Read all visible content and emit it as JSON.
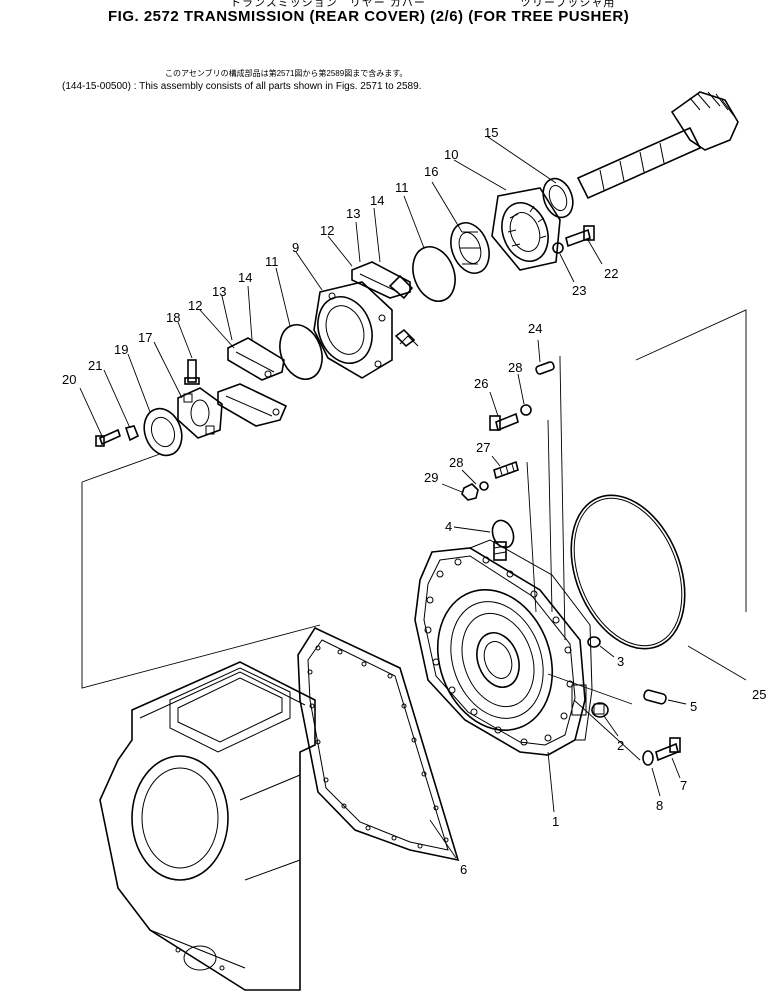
{
  "header": {
    "jp_title": "トランスミッション　リヤー カバー",
    "jp_title_right": "ツリープッシャ用",
    "fig_title": "FIG. 2572  TRANSMISSION (REAR COVER) (2/6) (FOR TREE PUSHER)",
    "note_jp": "このアセンブリの構成部品は第2571図から第2589図まで含みます。",
    "note_en": "(144-15-00500) : This assembly consists of all parts shown in Figs. 2571 to 2589."
  },
  "callouts": [
    "1",
    "2",
    "3",
    "4",
    "5",
    "6",
    "7",
    "8",
    "9",
    "10",
    "11",
    "11",
    "12",
    "12",
    "13",
    "13",
    "14",
    "14",
    "15",
    "16",
    "17",
    "18",
    "19",
    "20",
    "21",
    "22",
    "23",
    "24",
    "25",
    "26",
    "27",
    "28",
    "28",
    "29"
  ]
}
